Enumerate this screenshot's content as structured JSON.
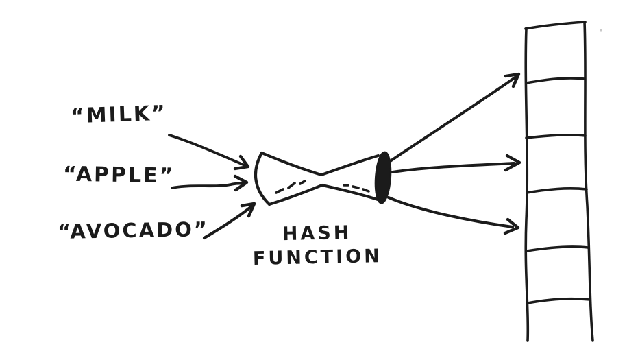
{
  "colors": {
    "ink": "#1b1b1b",
    "paper": "#ffffff"
  },
  "inputs": [
    {
      "label": "“MILK”"
    },
    {
      "label": "“APPLE”"
    },
    {
      "label": "“AVOCADO”"
    }
  ],
  "hash_function": {
    "line1": "HASH",
    "line2": "FUNCTION"
  },
  "hash_table": {
    "slot_count": 6,
    "divider_count": 5,
    "output_arrow_count": 3,
    "target_slots": [
      1,
      3,
      4
    ]
  }
}
